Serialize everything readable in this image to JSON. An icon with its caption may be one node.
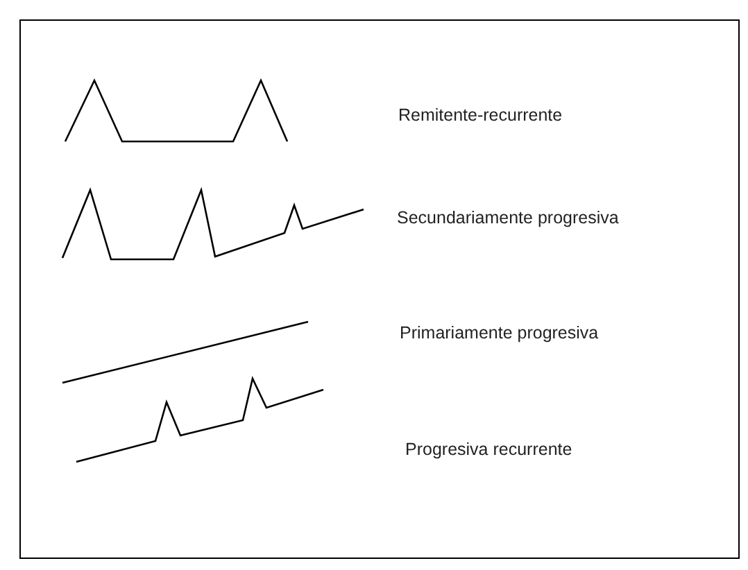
{
  "diagram": {
    "labels": [
      "Remitente-recurrente",
      "Secundariamente progresiva",
      "Primariamente progresiva",
      "Progresiva recurrente"
    ]
  }
}
